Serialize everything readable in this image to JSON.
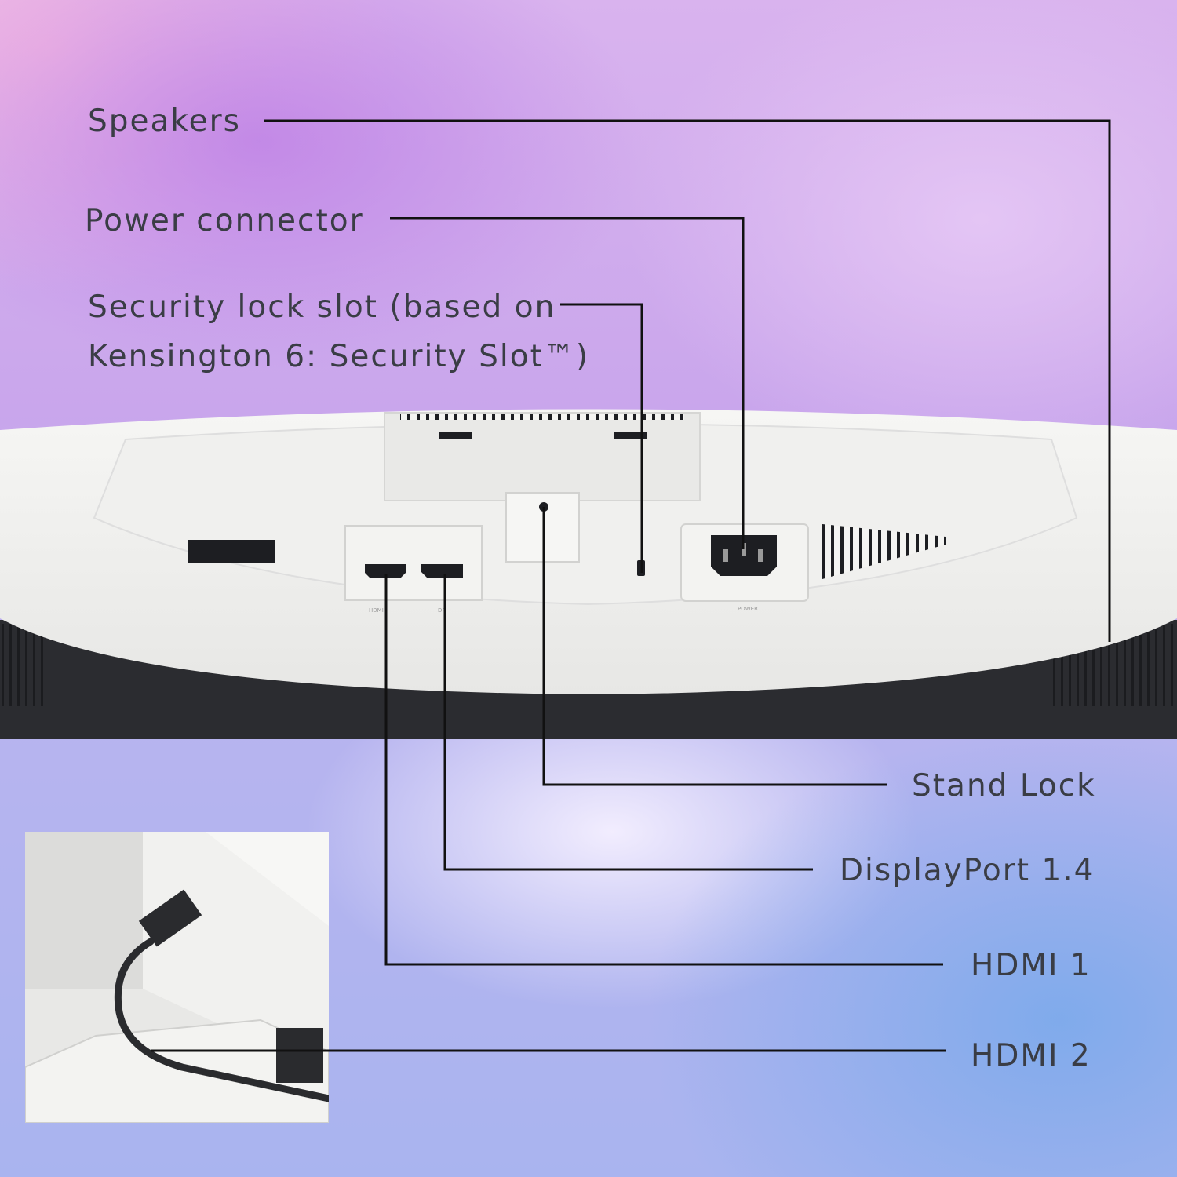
{
  "callouts": {
    "speakers": "Speakers",
    "power_connector": "Power connector",
    "security_lock_line1": "Security lock slot (based on",
    "security_lock_line2": "Kensington 6: Security Slot™)",
    "stand_lock": "Stand Lock",
    "displayport": "DisplayPort 1.4",
    "hdmi_1": "HDMI 1",
    "hdmi_2": "HDMI 2"
  },
  "port_marks": {
    "hdmi_port": "HDMI",
    "dp_port": "DP",
    "power_port": "POWER"
  },
  "colors": {
    "line": "#111111",
    "text": "#3a3d45",
    "monitor_white": "#f2f2f0",
    "monitor_dark": "#2b2c30"
  }
}
